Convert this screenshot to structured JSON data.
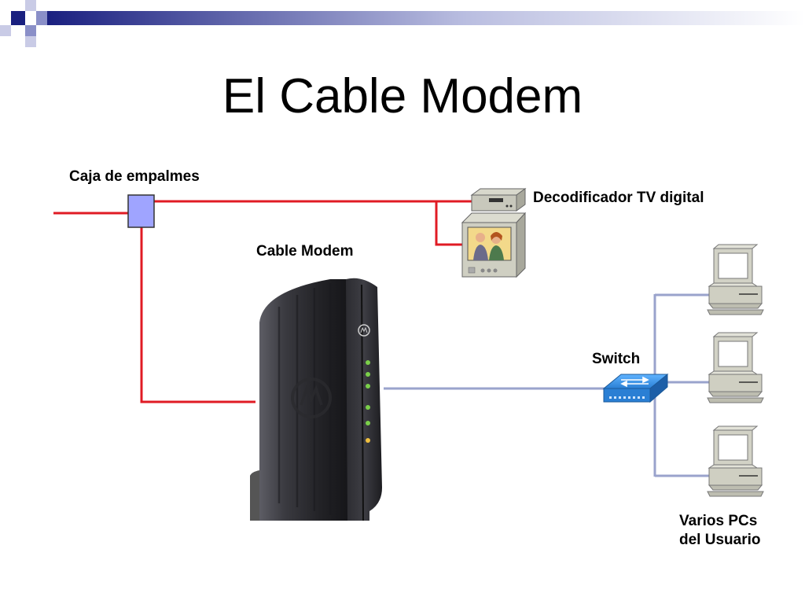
{
  "slide": {
    "title": "El Cable Modem"
  },
  "labels": {
    "splice_box": "Caja de empalmes",
    "tv_decoder": "Decodificador TV digital",
    "cable_modem": "Cable Modem",
    "switch": "Switch",
    "pcs_line1": "Varios PCs",
    "pcs_line2": "del Usuario"
  },
  "colors": {
    "coax_line": "#e01b24",
    "ethernet_line": "#9aa3cc",
    "splice_box_fill": "#9fa4ff",
    "header_bar_dark": "#1a2080",
    "switch_blue": "#2a7fd4"
  },
  "icons": {
    "splice_box": "junction-box-icon",
    "decoder": "set-top-box-icon",
    "tv": "television-icon",
    "modem": "cable-modem-device-icon",
    "switch": "network-switch-icon",
    "pc": "desktop-pc-icon"
  }
}
